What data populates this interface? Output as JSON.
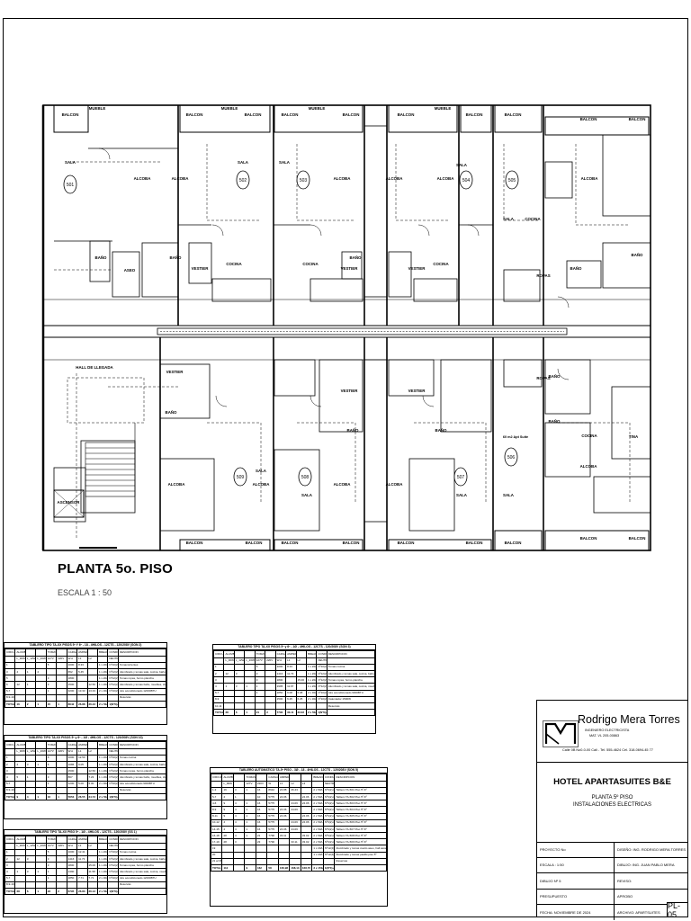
{
  "plan": {
    "title": "PLANTA 5o. PISO",
    "scale": "ESCALA 1 : 50",
    "units": [
      "501",
      "502",
      "503",
      "504",
      "505",
      "506",
      "507",
      "508",
      "509"
    ],
    "rooms": [
      "BALCON",
      "MUEBLE",
      "SALA",
      "ALCOBA",
      "BAÑO",
      "COCINA",
      "VESTIER",
      "ASEO",
      "ROPAS",
      "TINA",
      "HALL DE LLEGADA",
      "ASCENSOR"
    ],
    "unit_506_note": "60 m2 Apt Suite"
  },
  "schedules": [
    {
      "title": "TABLERO TIPO TA-XX PISOS 5º Y 6º - 18 - 4HILOS - 12CTS - 120/208V (SON 2)",
      "header": [
        "CIRCUITO",
        "ALUMBRADO",
        "",
        "",
        "TOMAS",
        "",
        "CARGA W",
        "AMPERAJE",
        "",
        "BREAKER",
        "CONDUCTOR",
        "DESCRIPCION"
      ],
      "subheader": [
        "",
        "L_90W",
        "L_12W",
        "L_20W",
        "127V",
        "220V",
        "W.A",
        "L1",
        "L2",
        "",
        "NEUTRO",
        ""
      ],
      "rows": [
        [
          "1",
          "",
          "",
          "",
          "5",
          "",
          "1000",
          "8.33",
          "",
          "1 x 20A",
          "Nº10(2)-Nº10",
          "Tomacorrientes"
        ],
        [
          "3",
          "4",
          "1",
          "4",
          "",
          "",
          "652",
          "5.45",
          "",
          "1 x 20A",
          "Nº12(2)-Nº12",
          "Alumbrado y tomas sala, cocina, baño y alcoba"
        ],
        [
          "5",
          "",
          "",
          "",
          "3",
          "",
          "1800",
          "",
          "",
          "1 x 20A",
          "Nº12(2)-Nº12",
          "Tomas ropas, horno plancha"
        ],
        [
          "6",
          "12",
          "1",
          "",
          "3",
          "",
          "1500",
          "",
          "12.50",
          "1 x 20A",
          "Nº12(2)-Nº12",
          "Alumbrado y tomas baño, muebles, closet y alcoba"
        ],
        [
          "5-7",
          "",
          "",
          "",
          "1",
          "",
          "3200",
          "13.33",
          "13.33",
          "2 x 30A",
          "Nº10(2)-Nº10",
          "Aire acondicionado 12000BTU"
        ],
        [
          "8-9-10-11",
          "",
          "",
          "",
          "",
          "",
          "",
          "",
          "",
          "",
          "",
          "Reservas"
        ]
      ],
      "total": [
        "TOTAL",
        "16",
        "2",
        "1",
        "15",
        "1",
        "8642",
        "26.88",
        "26.43",
        "2 x 50A",
        "1(Nº6)+Nº8 THHN+Nº8 T",
        ""
      ]
    },
    {
      "title": "TABLERO TIPO TA-XX PISOS 5º y 6º - 1Ø - 4HILOS - 12CTS - 120/208V (SON 3)",
      "header": [
        "CIRCUITO",
        "ALUMBRADO",
        "",
        "",
        "TOMAS",
        "",
        "CARGA W",
        "AMPERAJE",
        "",
        "BREAKER",
        "CONDUCTOR",
        "DESCRIPCION"
      ],
      "subheader": [
        "",
        "L_90W",
        "L_12W",
        "L_20W",
        "127V",
        "220V",
        "W.A",
        "L1",
        "L2",
        "",
        "NEUTRO",
        ""
      ],
      "rows": [
        [
          "1",
          "",
          "",
          "",
          "5",
          "",
          "1000",
          "8.33",
          "",
          "1 x 20A",
          "Nº10(2)-Nº10",
          "Tomas cocina"
        ],
        [
          "2",
          "12",
          "3",
          "",
          "3",
          "",
          "1416",
          "11.73",
          "",
          "1 x 20A",
          "Nº12(2)-Nº12",
          "Alumbrado y tomas sala, cocina, baño y alcoba"
        ],
        [
          "3",
          "",
          "",
          "",
          "3",
          "",
          "1800",
          "",
          "15.00",
          "1 x 20A",
          "Nº12(2)-Nº12",
          "Tomas ropas, horno plancha"
        ],
        [
          "4",
          "1",
          "3",
          "1",
          "1",
          "",
          "1995",
          "11.97",
          "",
          "1 x 20A",
          "Nº12(2)-Nº12",
          "Alumbrado y tomas sala, cocina, muebles y alcoba"
        ],
        [
          "5-7",
          "",
          "",
          "",
          "1",
          "",
          "1850",
          "6.08",
          "6.08",
          "2 x 30A",
          "Nº10(2)-Nº10",
          "Aire acondicionado 9000BTU"
        ],
        [
          "8-9",
          "",
          "",
          "",
          "",
          "",
          "1500",
          "6.25",
          "6.25",
          "2 x 30A",
          "Nº10(2)-Nº10",
          "Calentador 1500W"
        ],
        [
          "10-11",
          "",
          "",
          "",
          "",
          "",
          "",
          "",
          "",
          "",
          "",
          "Reservas"
        ]
      ],
      "total": [
        "TOTAL",
        "28",
        "6",
        "1",
        "21",
        "2",
        "7790",
        "33.11",
        "33.02",
        "2 x 50A",
        "1(Nº6)+Nº8 THHN+Nº8 T",
        ""
      ]
    },
    {
      "title": "TABLERO TIPO TA-XX PISOS 5º y 6º - 1Ø - 4HILOS - 12CTS - 120/208V (SON 10)",
      "header": [
        "CIRCUITO",
        "ALUMBRADO",
        "",
        "",
        "TOMAS",
        "",
        "CARGA W",
        "AMPERAJE",
        "",
        "BREAKER",
        "CONDUCTOR",
        "DESCRIPCION"
      ],
      "subheader": [
        "",
        "L_90W",
        "L_12W",
        "L_20W",
        "127V",
        "220V",
        "W.A",
        "L1",
        "L2",
        "",
        "NEUTRO",
        ""
      ],
      "rows": [
        [
          "1",
          "",
          "",
          "",
          "6",
          "",
          "1000",
          "12.50",
          "",
          "1 x 20A",
          "Nº10(2)-Nº10",
          "Tomas cocina"
        ],
        [
          "2",
          "4",
          "3",
          "1",
          "6",
          "",
          "1086",
          "9.05",
          "",
          "1 x 20A",
          "Nº12(2)-Nº12",
          "Alumbrado y tomas sala, cocina, baño y alcoba"
        ],
        [
          "3",
          "",
          "",
          "",
          "",
          "",
          "1500",
          "",
          "12.50",
          "1 x 20A",
          "Nº12(2)-Nº12",
          "Tomas ropas, horno plancha"
        ],
        [
          "4",
          "5",
          "1",
          "",
          "3",
          "",
          "867",
          "",
          "7.23",
          "1 x 20A",
          "Nº12(2)-Nº12",
          "Alumbrado y tomas baño, muebles, closet y alcoba"
        ],
        [
          "5-7",
          "",
          "",
          "",
          "1",
          "",
          "1200",
          "5.00",
          "5.00",
          "2 x 30A",
          "Nº10(2)-Nº10",
          "Aire acondicionado 9000BTU"
        ],
        [
          "8-9-10-11",
          "",
          "",
          "",
          "",
          "",
          "",
          "",
          "",
          "",
          "",
          "Reservas"
        ]
      ],
      "total": [
        "TOTAL",
        "9",
        "4",
        "1",
        "16",
        "1",
        "5653",
        "26.55",
        "24.73",
        "2 x 50A",
        "1(Nº6)+Nº8 THHN+Nº8 T",
        ""
      ]
    },
    {
      "title": "TABLERO TIPO TA-XX PISO 5º - 1Ø - 4HILOS - 12CTS - 120/208V (SS 1)",
      "header": [
        "CIRCUITO",
        "ALUMBRADO",
        "",
        "",
        "TOMAS",
        "",
        "CARGA W",
        "AMPERAJE",
        "",
        "BREAKER",
        "CONDUCTOR",
        "DESCRIPCION"
      ],
      "subheader": [
        "",
        "L_90W",
        "L_12W",
        "L_20W",
        "127V",
        "220V",
        "W.A",
        "L1",
        "L2",
        "",
        "NEUTRO",
        ""
      ],
      "rows": [
        [
          "1",
          "",
          "",
          "",
          "5",
          "",
          "1000",
          "12.41",
          "",
          "1 x 20A",
          "Nº10(2)-Nº10",
          "Tomas cocina"
        ],
        [
          "2",
          "12",
          "3",
          "",
          "3",
          "",
          "1416",
          "11.73",
          "",
          "1 x 20A",
          "Nº12(2)-Nº12",
          "Alumbrado y tomas sala, cocina, baño y alcoba"
        ],
        [
          "3",
          "",
          "",
          "",
          "3",
          "",
          "1800",
          "",
          "15.00",
          "1 x 20A",
          "Nº12(2)-Nº12",
          "Tomas ropas, horno plancha"
        ],
        [
          "4",
          "1",
          "3",
          "1",
          "1",
          "",
          "1390",
          "",
          "11.58",
          "1 x 20A",
          "Nº12(2)-Nº12",
          "Alumbrado y tomas sala, cocina, muebles y alcoba"
        ],
        [
          "5-7",
          "",
          "",
          "",
          "1",
          "",
          "1850",
          "7.71",
          "7.71",
          "2 x 30A",
          "Nº10(2)-Nº10",
          "Aire acondicionado 12000BTU"
        ],
        [
          "8-9-10-11",
          "",
          "",
          "",
          "",
          "",
          "",
          "",
          "",
          "",
          "",
          "Reservas"
        ]
      ],
      "total": [
        "TOTAL",
        "28",
        "6",
        "1",
        "23",
        "2",
        "6795",
        "26.83",
        "26.13",
        "2 x 50A",
        "1(Nº6)+Nº8 THHN+Nº8 T",
        ""
      ]
    },
    {
      "title": "TABLERO AUTOMATICO TA-5º PISO - 3Ø - 18 - 4HILOS - 12CTS - 120/208V (SON 5)",
      "header": [
        "CIRCUITO",
        "ALUMBRADO",
        "",
        "TOMAS",
        "",
        "CARGA",
        "AMPERAJE",
        "",
        "",
        "BREAKER",
        "CONDUCTOR",
        "DESCRIPCION"
      ],
      "subheader": [
        "",
        "L_90W",
        "",
        "127V",
        "220V",
        "W",
        "L1",
        "L2",
        "L3",
        "",
        "NEUTRO",
        ""
      ],
      "rows": [
        [
          "1-3",
          "16",
          "3",
          "1",
          "16",
          "8642",
          "24.88",
          "26.43",
          "",
          "2 x 50A",
          "Nº6(2)-Nº8/Nº8",
          "Tablero TA-501 Piso 5º-6º"
        ],
        [
          "5-7",
          "4",
          "1",
          "",
          "10",
          "5775",
          "24.06",
          "",
          "24.06",
          "2 x 50A",
          "Nº6(2)-Nº8/Nº8",
          "Tablero TA-502 Piso 5º-6º"
        ],
        [
          "4-6",
          "9",
          "4",
          "1",
          "16",
          "5775",
          "",
          "24.06",
          "24.06",
          "2 x 50A",
          "Nº6(2)-Nº8/Nº8",
          "Tablero TA-503 Piso 5º-6º"
        ],
        [
          "8-9",
          "9",
          "4",
          "1",
          "16",
          "5775",
          "24.06",
          "24.06",
          "",
          "2 x 50A",
          "Nº6(2)-Nº8/Nº8",
          "Tablero TA-504 Piso 5º-6º"
        ],
        [
          "8-11",
          "9",
          "4",
          "1",
          "16",
          "5775",
          "24.06",
          "",
          "24.06",
          "2 x 50A",
          "Nº6(2)-Nº8/Nº8",
          "Tablero TA-505 Piso 5º-6º"
        ],
        [
          "10-12",
          "4",
          "4",
          "1",
          "16",
          "5775",
          "",
          "24.06",
          "24.06",
          "2 x 50A",
          "Nº6(2)-Nº8/Nº8",
          "Tablero TA-506 Piso 5º-6º"
        ],
        [
          "14-15",
          "4",
          "4",
          "1",
          "16",
          "5775",
          "24.06",
          "24.06",
          "",
          "2 x 50A",
          "Nº6(2)-Nº8/Nº8",
          "Tablero TA-507 Piso 5º-6º"
        ],
        [
          "16-18",
          "28",
          "4",
          "1",
          "21",
          "7790",
          "33.11",
          "",
          "33.02",
          "2 x 50A",
          "Nº6(2)-Nº8/Nº8",
          "Tablero TA-508 Piso 5º-6º"
        ],
        [
          "17-19",
          "28",
          "3",
          "",
          "23",
          "7790",
          "",
          "33.11",
          "33.02",
          "2 x 50A",
          "Nº6(2)-Nº8/Nº8",
          "Tablero TA-509 Piso 5º-6º"
        ],
        [
          "19",
          "",
          "",
          "",
          "",
          "",
          "",
          "",
          "",
          "1 x 20A",
          "Nº12(2)-Nº12",
          "Alumbrado y tomas cuarto aseo, hall ascensor y pasillos"
        ],
        [
          "20",
          "",
          "",
          "",
          "",
          "",
          "",
          "",
          "",
          "1 x 20A",
          "Nº12(2)-Nº12",
          "Alumbrado y tomas pasillo piso 5º"
        ],
        [
          "21 al 36",
          "",
          "",
          "",
          "",
          "",
          "",
          "",
          "",
          "",
          "",
          "Reservas"
        ]
      ],
      "total": [
        "TOTAL",
        "112",
        "",
        "9",
        "162",
        "58",
        "166,98",
        "168,13",
        "168,70",
        "3 x 150A",
        "1(Nº3)+Nº4/0 THHN+Nº2 T",
        ""
      ]
    }
  ],
  "title_block": {
    "name": "Rodrigo Mera Torres",
    "profession": "INGENIERO ELECTRICISTA",
    "registration": "MAT. VL 205-00863",
    "contact": "Calle 0B No0-0-00 Cali - Tel. 555-4624 Cel. 318-0694-45 77",
    "hotel": "HOTEL APARTASUITES B&E",
    "floor": "PLANTA 5º PISO",
    "subject": "INSTALACIONES ELECTRICAS",
    "fields": [
      {
        "left": "PROYECTO No",
        "right": "DISEÑO:  ING. RODRIGO MERA TORRES"
      },
      {
        "left": "ESCALA :      1:50",
        "right": "DIBUJO:  ING. JUAN PABLO MERA"
      },
      {
        "left": "DIBUJO  Nº     5",
        "right": "REVISO:"
      },
      {
        "left": "PRESUPUESTO",
        "right": "APROBO"
      },
      {
        "left": "FECHA:  NOVIEMBRE DE 2024",
        "right": "ARCHIVO:  APARTSUITES"
      }
    ],
    "sheet_code": "PL-05"
  }
}
